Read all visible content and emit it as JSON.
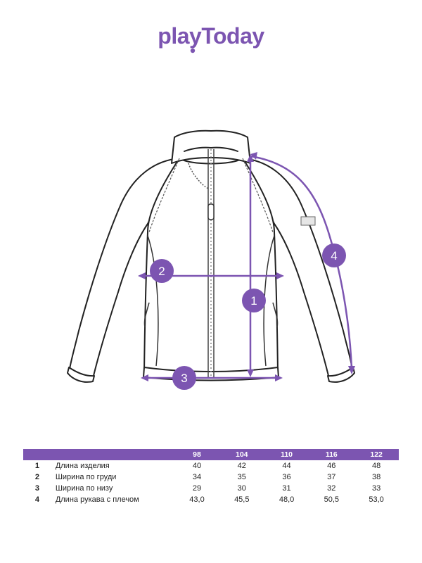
{
  "brand": {
    "logo_text": "playToday",
    "accent_color": "#7c55b1"
  },
  "diagram": {
    "markers": [
      "1",
      "2",
      "3",
      "4"
    ]
  },
  "table": {
    "sizes": [
      "98",
      "104",
      "110",
      "116",
      "122"
    ],
    "rows": [
      {
        "num": "1",
        "name": "Длина изделия",
        "values": [
          "40",
          "42",
          "44",
          "46",
          "48"
        ]
      },
      {
        "num": "2",
        "name": "Ширина по груди",
        "values": [
          "34",
          "35",
          "36",
          "37",
          "38"
        ]
      },
      {
        "num": "3",
        "name": "Ширина по низу",
        "values": [
          "29",
          "30",
          "31",
          "32",
          "33"
        ]
      },
      {
        "num": "4",
        "name": "Длина рукава с плечом",
        "values": [
          "43,0",
          "45,5",
          "48,0",
          "50,5",
          "53,0"
        ]
      }
    ]
  }
}
